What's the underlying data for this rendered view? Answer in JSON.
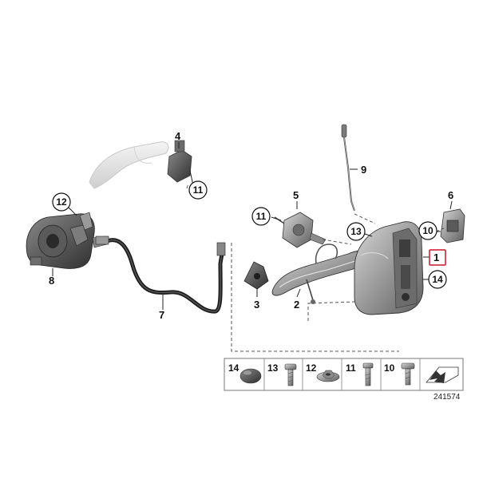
{
  "diagram": {
    "reference_number": "241574",
    "callouts": {
      "c1": "1",
      "c2": "2",
      "c3": "3",
      "c4": "4",
      "c5": "5",
      "c6": "6",
      "c7": "7",
      "c8": "8",
      "c9": "9",
      "c10": "10",
      "c11a": "11",
      "c11b": "11",
      "c12": "12",
      "c13": "13",
      "c14": "14"
    },
    "highlighted_callout": "1",
    "legend": [
      {
        "number": "14",
        "part": "plug-cap"
      },
      {
        "number": "13",
        "part": "torx-screw"
      },
      {
        "number": "12",
        "part": "washer-nut"
      },
      {
        "number": "11",
        "part": "bolt"
      },
      {
        "number": "10",
        "part": "torx-bolt"
      }
    ]
  }
}
